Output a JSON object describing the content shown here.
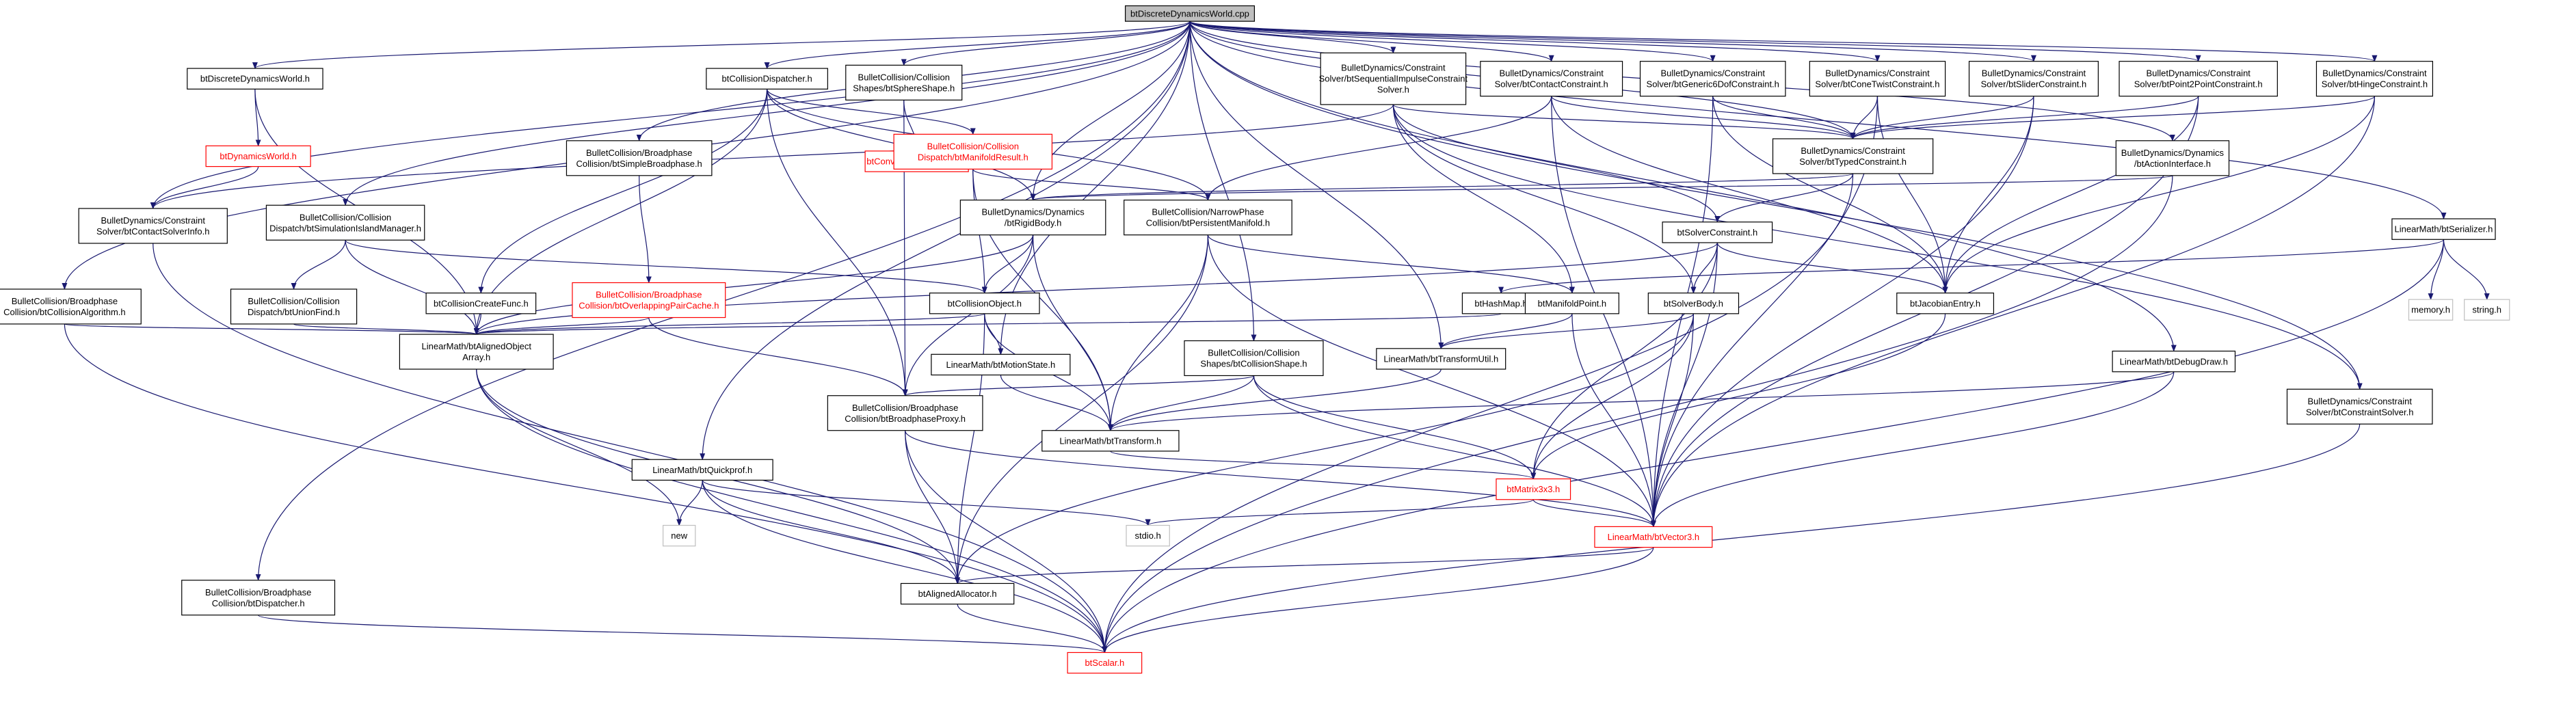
{
  "colors": {
    "edge": "#191970",
    "border_default": "#000000",
    "border_missing": "#ff0000",
    "border_external": "#bfbfbf",
    "root_fill": "#bfbfbf",
    "label_default": "#000000",
    "label_missing": "#ff0000"
  },
  "graph": {
    "nodes": [
      {
        "id": "root",
        "lines": [
          "btDiscreteDynamicsWorld.cpp"
        ],
        "kind": "root"
      },
      {
        "id": "btDDWh",
        "lines": [
          "btDiscreteDynamicsWorld.h"
        ],
        "kind": "default"
      },
      {
        "id": "btCDh",
        "lines": [
          "btCollisionDispatcher.h"
        ],
        "kind": "default"
      },
      {
        "id": "btSSh",
        "lines": [
          "BulletCollision/Collision",
          "Shapes/btSphereShape.h"
        ],
        "kind": "default"
      },
      {
        "id": "btSICS",
        "lines": [
          "BulletDynamics/Constraint",
          "Solver/btSequentialImpulseConstraint",
          "Solver.h"
        ],
        "kind": "default"
      },
      {
        "id": "btCCh",
        "lines": [
          "BulletDynamics/Constraint",
          "Solver/btContactConstraint.h"
        ],
        "kind": "default"
      },
      {
        "id": "btG6",
        "lines": [
          "BulletDynamics/Constraint",
          "Solver/btGeneric6DofConstraint.h"
        ],
        "kind": "default"
      },
      {
        "id": "btCT",
        "lines": [
          "BulletDynamics/Constraint",
          "Solver/btConeTwistConstraint.h"
        ],
        "kind": "default"
      },
      {
        "id": "btSl",
        "lines": [
          "BulletDynamics/Constraint",
          "Solver/btSliderConstraint.h"
        ],
        "kind": "default"
      },
      {
        "id": "btP2P",
        "lines": [
          "BulletDynamics/Constraint",
          "Solver/btPoint2PointConstraint.h"
        ],
        "kind": "default"
      },
      {
        "id": "btHi",
        "lines": [
          "BulletDynamics/Constraint",
          "Solver/btHingeConstraint.h"
        ],
        "kind": "default"
      },
      {
        "id": "btDWh",
        "lines": [
          "btDynamicsWorld.h"
        ],
        "kind": "missing"
      },
      {
        "id": "btCSIh",
        "lines": [
          "BulletDynamics/Constraint",
          "Solver/btContactSolverInfo.h"
        ],
        "kind": "default"
      },
      {
        "id": "btCAh",
        "lines": [
          "BulletCollision/Broadphase",
          "Collision/btCollisionAlgorithm.h"
        ],
        "kind": "default"
      },
      {
        "id": "btSBh",
        "lines": [
          "BulletCollision/Broadphase",
          "Collision/btSimpleBroadphase.h"
        ],
        "kind": "default"
      },
      {
        "id": "btCISh",
        "lines": [
          "btConvexInternalShape.h"
        ],
        "kind": "missing"
      },
      {
        "id": "btMRh",
        "lines": [
          "BulletCollision/Collision",
          "Dispatch/btManifoldResult.h"
        ],
        "kind": "missing"
      },
      {
        "id": "btTCh",
        "lines": [
          "BulletDynamics/Constraint",
          "Solver/btTypedConstraint.h"
        ],
        "kind": "default"
      },
      {
        "id": "btAIh",
        "lines": [
          "BulletDynamics/Dynamics",
          "/btActionInterface.h"
        ],
        "kind": "default"
      },
      {
        "id": "btSIMh",
        "lines": [
          "BulletCollision/Collision",
          "Dispatch/btSimulationIslandManager.h"
        ],
        "kind": "default"
      },
      {
        "id": "btRBh",
        "lines": [
          "BulletDynamics/Dynamics",
          "/btRigidBody.h"
        ],
        "kind": "default"
      },
      {
        "id": "btPMh",
        "lines": [
          "BulletCollision/NarrowPhase",
          "Collision/btPersistentManifold.h"
        ],
        "kind": "default"
      },
      {
        "id": "btSCh",
        "lines": [
          "btSolverConstraint.h"
        ],
        "kind": "default"
      },
      {
        "id": "btSerh",
        "lines": [
          "LinearMath/btSerializer.h"
        ],
        "kind": "default"
      },
      {
        "id": "btUFh",
        "lines": [
          "BulletCollision/Collision",
          "Dispatch/btUnionFind.h"
        ],
        "kind": "default"
      },
      {
        "id": "btCCFh",
        "lines": [
          "btCollisionCreateFunc.h"
        ],
        "kind": "default"
      },
      {
        "id": "btOPCh",
        "lines": [
          "BulletCollision/Broadphase",
          "Collision/btOverlappingPairCache.h"
        ],
        "kind": "missing"
      },
      {
        "id": "btCOh",
        "lines": [
          "btCollisionObject.h"
        ],
        "kind": "default"
      },
      {
        "id": "btHMh",
        "lines": [
          "btHashMap.h"
        ],
        "kind": "default"
      },
      {
        "id": "btMPh",
        "lines": [
          "btManifoldPoint.h"
        ],
        "kind": "default"
      },
      {
        "id": "btSBoh",
        "lines": [
          "btSolverBody.h"
        ],
        "kind": "default"
      },
      {
        "id": "btJEh",
        "lines": [
          "btJacobianEntry.h"
        ],
        "kind": "default"
      },
      {
        "id": "memh",
        "lines": [
          "memory.h"
        ],
        "kind": "external"
      },
      {
        "id": "strh",
        "lines": [
          "string.h"
        ],
        "kind": "external"
      },
      {
        "id": "btAOAh",
        "lines": [
          "LinearMath/btAlignedObject",
          "Array.h"
        ],
        "kind": "default"
      },
      {
        "id": "btMSh",
        "lines": [
          "LinearMath/btMotionState.h"
        ],
        "kind": "default"
      },
      {
        "id": "btCShh",
        "lines": [
          "BulletCollision/Collision",
          "Shapes/btCollisionShape.h"
        ],
        "kind": "default"
      },
      {
        "id": "btTUh",
        "lines": [
          "LinearMath/btTransformUtil.h"
        ],
        "kind": "default"
      },
      {
        "id": "btDDh",
        "lines": [
          "LinearMath/btDebugDraw.h"
        ],
        "kind": "default"
      },
      {
        "id": "btCSvh",
        "lines": [
          "BulletDynamics/Constraint",
          "Solver/btConstraintSolver.h"
        ],
        "kind": "default"
      },
      {
        "id": "btBPh",
        "lines": [
          "BulletCollision/Broadphase",
          "Collision/btBroadphaseProxy.h"
        ],
        "kind": "default"
      },
      {
        "id": "btTrh",
        "lines": [
          "LinearMath/btTransform.h"
        ],
        "kind": "default"
      },
      {
        "id": "btQPh",
        "lines": [
          "LinearMath/btQuickprof.h"
        ],
        "kind": "default"
      },
      {
        "id": "btM3h",
        "lines": [
          "btMatrix3x3.h"
        ],
        "kind": "missing"
      },
      {
        "id": "newh",
        "lines": [
          "new"
        ],
        "kind": "external"
      },
      {
        "id": "stdioh",
        "lines": [
          "stdio.h"
        ],
        "kind": "external"
      },
      {
        "id": "btV3h",
        "lines": [
          "LinearMath/btVector3.h"
        ],
        "kind": "missing"
      },
      {
        "id": "btDsh",
        "lines": [
          "BulletCollision/Broadphase",
          "Collision/btDispatcher.h"
        ],
        "kind": "default"
      },
      {
        "id": "btAAh",
        "lines": [
          "btAlignedAllocator.h"
        ],
        "kind": "default"
      },
      {
        "id": "btScah",
        "lines": [
          "btScalar.h"
        ],
        "kind": "missing"
      }
    ],
    "edges": [
      [
        "root",
        "btDDWh"
      ],
      [
        "root",
        "btCDh"
      ],
      [
        "root",
        "btSSh"
      ],
      [
        "root",
        "btSICS"
      ],
      [
        "root",
        "btCCh"
      ],
      [
        "root",
        "btG6"
      ],
      [
        "root",
        "btCT"
      ],
      [
        "root",
        "btSl"
      ],
      [
        "root",
        "btP2P"
      ],
      [
        "root",
        "btHi"
      ],
      [
        "root",
        "btCSIh"
      ],
      [
        "root",
        "btCAh"
      ],
      [
        "root",
        "btSBh"
      ],
      [
        "root",
        "btTCh"
      ],
      [
        "root",
        "btAIh"
      ],
      [
        "root",
        "btSIMh"
      ],
      [
        "root",
        "btRBh"
      ],
      [
        "root",
        "btSerh"
      ],
      [
        "root",
        "btQPh"
      ],
      [
        "root",
        "btDDh"
      ],
      [
        "root",
        "btCSvh"
      ],
      [
        "root",
        "btMSh"
      ],
      [
        "root",
        "btCShh"
      ],
      [
        "root",
        "btTUh"
      ],
      [
        "root",
        "btDsh"
      ],
      [
        "btDDWh",
        "btDWh"
      ],
      [
        "btDDWh",
        "btAOAh"
      ],
      [
        "btDWh",
        "btCSIh"
      ],
      [
        "btCDh",
        "btMRh"
      ],
      [
        "btCDh",
        "btPMh"
      ],
      [
        "btCDh",
        "btCCFh"
      ],
      [
        "btCDh",
        "btAOAh"
      ],
      [
        "btCDh",
        "btBPh"
      ],
      [
        "btCDh",
        "btRBh"
      ],
      [
        "btSSh",
        "btCISh"
      ],
      [
        "btSSh",
        "btBPh"
      ],
      [
        "btSICS",
        "btTCh"
      ],
      [
        "btSICS",
        "btSCh"
      ],
      [
        "btSICS",
        "btSBoh"
      ],
      [
        "btSICS",
        "btMPh"
      ],
      [
        "btSICS",
        "btCSIh"
      ],
      [
        "btSICS",
        "btCSvh"
      ],
      [
        "btCCh",
        "btTCh"
      ],
      [
        "btCCh",
        "btPMh"
      ],
      [
        "btCCh",
        "btJEh"
      ],
      [
        "btCCh",
        "btV3h"
      ],
      [
        "btG6",
        "btTCh"
      ],
      [
        "btG6",
        "btJEh"
      ],
      [
        "btG6",
        "btV3h"
      ],
      [
        "btCT",
        "btTCh"
      ],
      [
        "btCT",
        "btJEh"
      ],
      [
        "btCT",
        "btV3h"
      ],
      [
        "btSl",
        "btTCh"
      ],
      [
        "btSl",
        "btJEh"
      ],
      [
        "btSl",
        "btV3h"
      ],
      [
        "btP2P",
        "btTCh"
      ],
      [
        "btP2P",
        "btJEh"
      ],
      [
        "btP2P",
        "btV3h"
      ],
      [
        "btHi",
        "btTCh"
      ],
      [
        "btHi",
        "btJEh"
      ],
      [
        "btHi",
        "btV3h"
      ],
      [
        "btCSIh",
        "btScah"
      ],
      [
        "btCAh",
        "btAOAh"
      ],
      [
        "btCAh",
        "btScah"
      ],
      [
        "btSBh",
        "btOPCh"
      ],
      [
        "btOPCh",
        "btAOAh"
      ],
      [
        "btOPCh",
        "btBPh"
      ],
      [
        "btMRh",
        "btCOh"
      ],
      [
        "btMRh",
        "btPMh"
      ],
      [
        "btMRh",
        "btTrh"
      ],
      [
        "btTCh",
        "btRBh"
      ],
      [
        "btTCh",
        "btSCh"
      ],
      [
        "btTCh",
        "btScah"
      ],
      [
        "btAIh",
        "btRBh"
      ],
      [
        "btAIh",
        "btScah"
      ],
      [
        "btSIMh",
        "btUFh"
      ],
      [
        "btSIMh",
        "btAOAh"
      ],
      [
        "btSIMh",
        "btCOh"
      ],
      [
        "btUFh",
        "btAOAh"
      ],
      [
        "btCCFh",
        "btAOAh"
      ],
      [
        "btRBh",
        "btCOh"
      ],
      [
        "btRBh",
        "btAOAh"
      ],
      [
        "btRBh",
        "btTrh"
      ],
      [
        "btRBh",
        "btBPh"
      ],
      [
        "btPMh",
        "btMPh"
      ],
      [
        "btPMh",
        "btTrh"
      ],
      [
        "btPMh",
        "btAAh"
      ],
      [
        "btPMh",
        "btV3h"
      ],
      [
        "btSCh",
        "btSBoh"
      ],
      [
        "btSCh",
        "btJEh"
      ],
      [
        "btSCh",
        "btM3h"
      ],
      [
        "btSCh",
        "btV3h"
      ],
      [
        "btSCh",
        "btAOAh"
      ],
      [
        "btSerh",
        "btHMh"
      ],
      [
        "btSerh",
        "memh"
      ],
      [
        "btSerh",
        "strh"
      ],
      [
        "btSerh",
        "btScah"
      ],
      [
        "btCOh",
        "btMSh"
      ],
      [
        "btCOh",
        "btAOAh"
      ],
      [
        "btCOh",
        "btTrh"
      ],
      [
        "btCOh",
        "btAAh"
      ],
      [
        "btHMh",
        "btAOAh"
      ],
      [
        "btMPh",
        "btTUh"
      ],
      [
        "btMPh",
        "btV3h"
      ],
      [
        "btSBoh",
        "btTUh"
      ],
      [
        "btSBoh",
        "btM3h"
      ],
      [
        "btSBoh",
        "btV3h"
      ],
      [
        "btSBoh",
        "btAAh"
      ],
      [
        "btJEh",
        "btM3h"
      ],
      [
        "btAOAh",
        "newh"
      ],
      [
        "btAOAh",
        "btAAh"
      ],
      [
        "btAOAh",
        "btScah"
      ],
      [
        "btMSh",
        "btTrh"
      ],
      [
        "btCShh",
        "btTrh"
      ],
      [
        "btCShh",
        "btBPh"
      ],
      [
        "btCShh",
        "btM3h"
      ],
      [
        "btCShh",
        "btV3h"
      ],
      [
        "btTUh",
        "btTrh"
      ],
      [
        "btDDh",
        "btTrh"
      ],
      [
        "btDDh",
        "btV3h"
      ],
      [
        "btCSvh",
        "btScah"
      ],
      [
        "btBPh",
        "btV3h"
      ],
      [
        "btBPh",
        "btAAh"
      ],
      [
        "btBPh",
        "btScah"
      ],
      [
        "btTrh",
        "btM3h"
      ],
      [
        "btQPh",
        "newh"
      ],
      [
        "btQPh",
        "stdioh"
      ],
      [
        "btQPh",
        "btAAh"
      ],
      [
        "btQPh",
        "btScah"
      ],
      [
        "btM3h",
        "btV3h"
      ],
      [
        "btM3h",
        "stdioh"
      ],
      [
        "btV3h",
        "btAAh"
      ],
      [
        "btV3h",
        "btScah"
      ],
      [
        "btDsh",
        "btScah"
      ],
      [
        "btAAh",
        "btScah"
      ]
    ]
  }
}
